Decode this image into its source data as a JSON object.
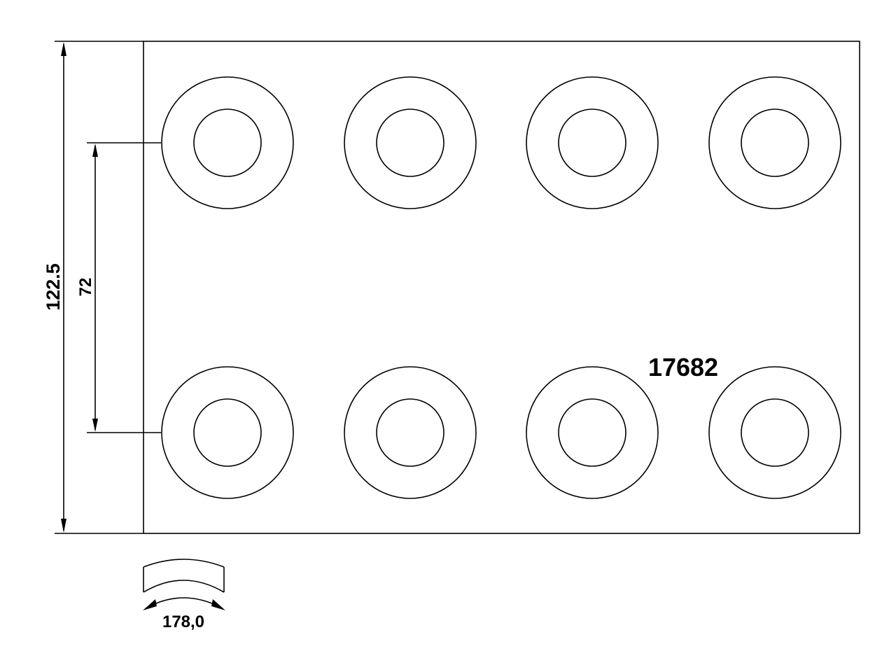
{
  "dimensions": {
    "total_height": "122.5",
    "hole_spacing": "72",
    "arc_length": "178,0"
  },
  "part_number": "17682",
  "holes": {
    "rows": 2,
    "columns": 4,
    "shape": "counterbored-ring"
  },
  "colors": {
    "line": "#000000",
    "background": "#ffffff"
  },
  "icons": {
    "curvature": "curved-shoe-profile-icon"
  }
}
